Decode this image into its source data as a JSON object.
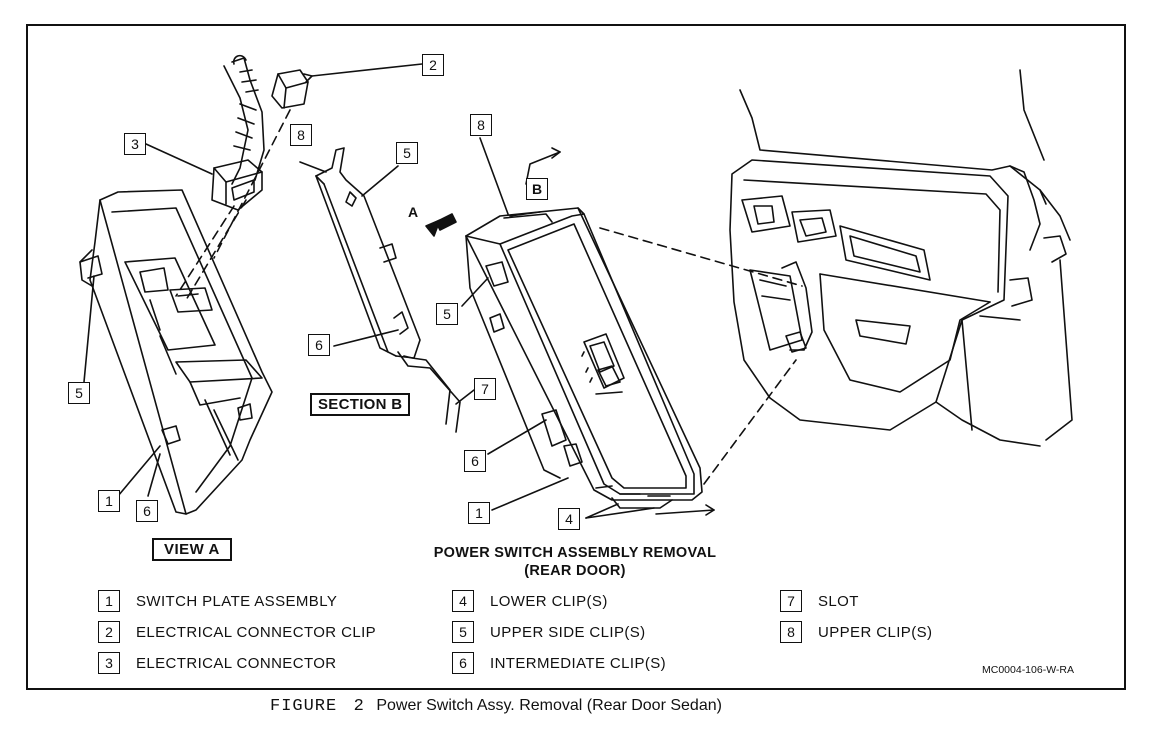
{
  "diagram": {
    "view_a_label": "VIEW A",
    "section_b_label": "SECTION B",
    "arrow_a_tag": "A",
    "arrow_b_tag": "B",
    "title_line1": "POWER SWITCH ASSEMBLY REMOVAL",
    "title_line2": "(REAR DOOR)",
    "drawing_code": "MC0004-106-W-RA",
    "callouts": {
      "c2": "2",
      "c3": "3",
      "c8a": "8",
      "c5a": "5",
      "c8b": "8",
      "c5b": "5",
      "c6a": "6",
      "c7": "7",
      "c5c": "5",
      "c6b": "6",
      "c1a": "1",
      "c6c": "6",
      "c1b": "1",
      "c4": "4"
    }
  },
  "legend": [
    {
      "number": "1",
      "text": "SWITCH PLATE ASSEMBLY"
    },
    {
      "number": "2",
      "text": "ELECTRICAL CONNECTOR CLIP"
    },
    {
      "number": "3",
      "text": "ELECTRICAL CONNECTOR"
    },
    {
      "number": "4",
      "text": "LOWER CLIP(S)"
    },
    {
      "number": "5",
      "text": "UPPER SIDE CLIP(S)"
    },
    {
      "number": "6",
      "text": "INTERMEDIATE CLIP(S)"
    },
    {
      "number": "7",
      "text": "SLOT"
    },
    {
      "number": "8",
      "text": "UPPER CLIP(S)"
    }
  ],
  "caption": {
    "figure_word": "FIGURE",
    "figure_number": "2",
    "text": "Power Switch Assy. Removal (Rear Door Sedan)"
  }
}
